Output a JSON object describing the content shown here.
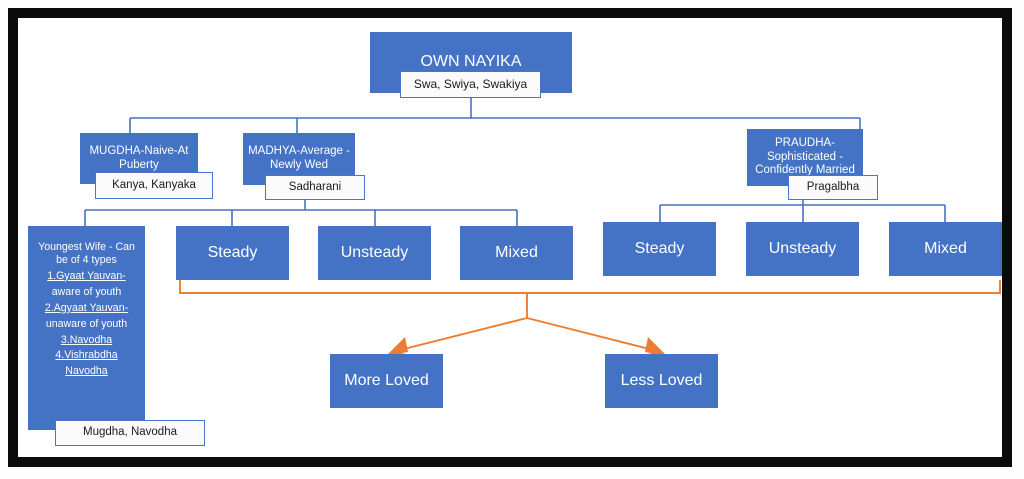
{
  "diagram": {
    "title": "OWN NAYIKA classification chart",
    "colors": {
      "node_blue": "#4472C4",
      "connector_blue": "#4472C4",
      "connector_orange": "#ED7D31",
      "frame": "#0b0b0b",
      "tag_bg": "#fbfbfb"
    },
    "root": {
      "label": "OWN NAYIKA",
      "tag": "Swa, Swiya, Swakiya"
    },
    "level2": [
      {
        "label": "MUGDHA-Naive-At Puberty",
        "tag": "Kanya, Kanyaka"
      },
      {
        "label": "MADHYA-Average - Newly Wed",
        "tag": "Sadharani"
      },
      {
        "label": "PRAUDHA-Sophisticated - Confidently Married",
        "tag": "Pragalbha"
      }
    ],
    "mugdha_detail": {
      "heading": "Youngest Wife - Can be of 4 types",
      "items": [
        "1.Gyaat Yauvan-",
        "aware of youth",
        "2.Agyaat Yauvan-",
        "unaware of youth",
        "3.Navodha",
        "4.Vishrabdha",
        "Navodha"
      ],
      "tag": "Mugdha, Navodha"
    },
    "madhya_children": [
      {
        "label": "Steady"
      },
      {
        "label": "Unsteady"
      },
      {
        "label": "Mixed"
      }
    ],
    "praudha_children": [
      {
        "label": "Steady"
      },
      {
        "label": "Unsteady"
      },
      {
        "label": "Mixed"
      }
    ],
    "outcomes": [
      {
        "label": "More Loved"
      },
      {
        "label": "Less Loved"
      }
    ]
  }
}
